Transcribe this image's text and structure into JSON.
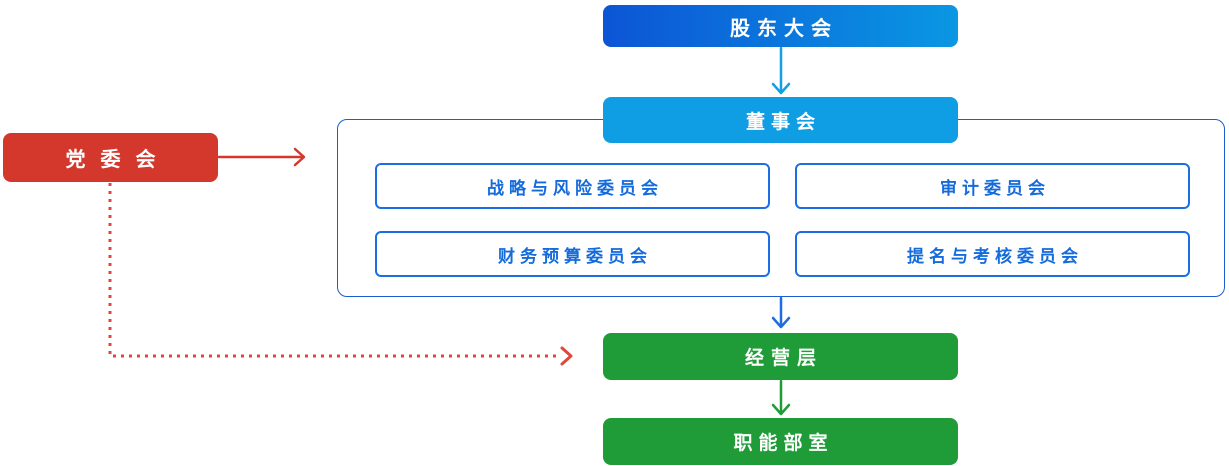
{
  "diagram": {
    "type": "org-chart",
    "nodes": {
      "shareholders": {
        "label": "股东大会"
      },
      "board": {
        "label": "董事会"
      },
      "committees": [
        {
          "label": "战略与风险委员会"
        },
        {
          "label": "审计委员会"
        },
        {
          "label": "财务预算委员会"
        },
        {
          "label": "提名与考核委员会"
        }
      ],
      "party": {
        "label": "党委会"
      },
      "management": {
        "label": "经营层"
      },
      "departments": {
        "label": "职能部室"
      }
    },
    "edges": [
      {
        "from": "股东大会",
        "to": "董事会",
        "style": "solid-arrow",
        "color_key": "light_blue"
      },
      {
        "from": "董事会(委员会组)",
        "to": "经营层",
        "style": "solid-arrow",
        "color_key": "royal_blue"
      },
      {
        "from": "经营层",
        "to": "职能部室",
        "style": "solid-arrow",
        "color_key": "green"
      },
      {
        "from": "党委会",
        "to": "董事会委员会组",
        "style": "solid-arrow",
        "color_key": "red"
      },
      {
        "from": "党委会",
        "to": "经营层",
        "style": "dotted-arrow",
        "color_key": "red_dotted"
      }
    ]
  },
  "colors": {
    "gradient_left": "#0c55d5",
    "gradient_right": "#0a97e3",
    "light_blue": "#149fe3",
    "royal_blue": "#1f6ce0",
    "group_border": "#1a5fd0",
    "committee_border": "#1b6ee4",
    "committee_text": "#146bdc",
    "green": "#1f9c37",
    "red": "#d4382c",
    "red_dotted": "#e0483c",
    "white": "#ffffff"
  }
}
